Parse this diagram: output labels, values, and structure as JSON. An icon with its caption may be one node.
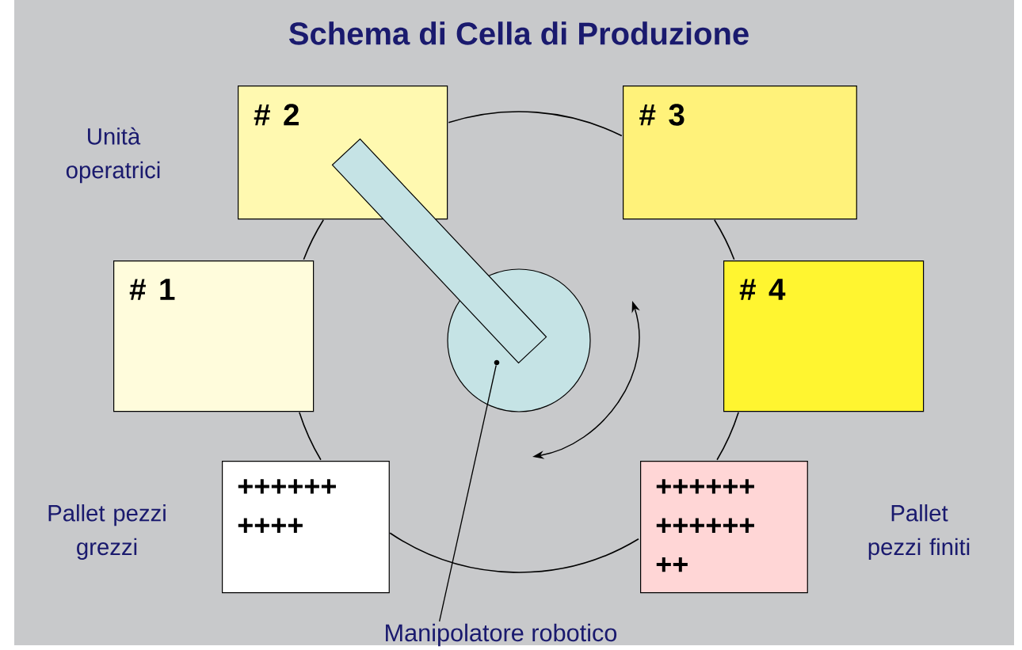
{
  "diagram": {
    "title": "Schema di Cella di Produzione",
    "nodes": [
      {
        "text": [
          "# 2"
        ]
      },
      {
        "text": [
          "# 3"
        ]
      },
      {
        "text": [
          "# 1"
        ]
      },
      {
        "text": [
          "# 4"
        ]
      },
      {
        "text": [
          "++++++ ++++"
        ],
        "beside": [
          "Pallet pezzi grezzi"
        ]
      },
      {
        "text": [
          "++++++ ++++++ ++"
        ],
        "beside": [
          "Pallet pezzi finiti"
        ]
      },
      {
        "text": [],
        "shape": "circle"
      },
      {
        "text": [
          "Manipolatore robotico"
        ]
      }
    ],
    "edges": [
      {
        "from": 7,
        "to": 6,
        "arrow": "none"
      }
    ],
    "labels": [
      "Unità operatrici"
    ]
  }
}
